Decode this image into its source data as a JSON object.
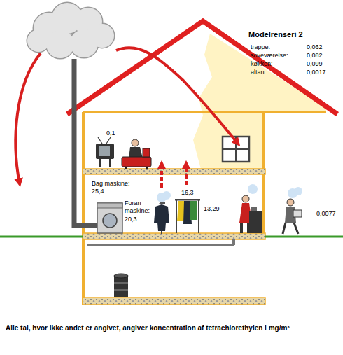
{
  "diagram": {
    "caption": "Alle tal, hvor ikke andet er angivet, angiver koncentration af tetrachlorethylen i mg/m³",
    "labels": [
      "Modelrenseri 2",
      "trappe:",
      "0,062",
      "soveværelse:",
      "0,082",
      "køkken:",
      "0,099",
      "altan:",
      "0,0017",
      "0,1",
      "Bag maskine:",
      "25,4",
      "Foran maskine:",
      "20,3",
      "16,3",
      "13,29",
      "0,0077"
    ]
  }
}
